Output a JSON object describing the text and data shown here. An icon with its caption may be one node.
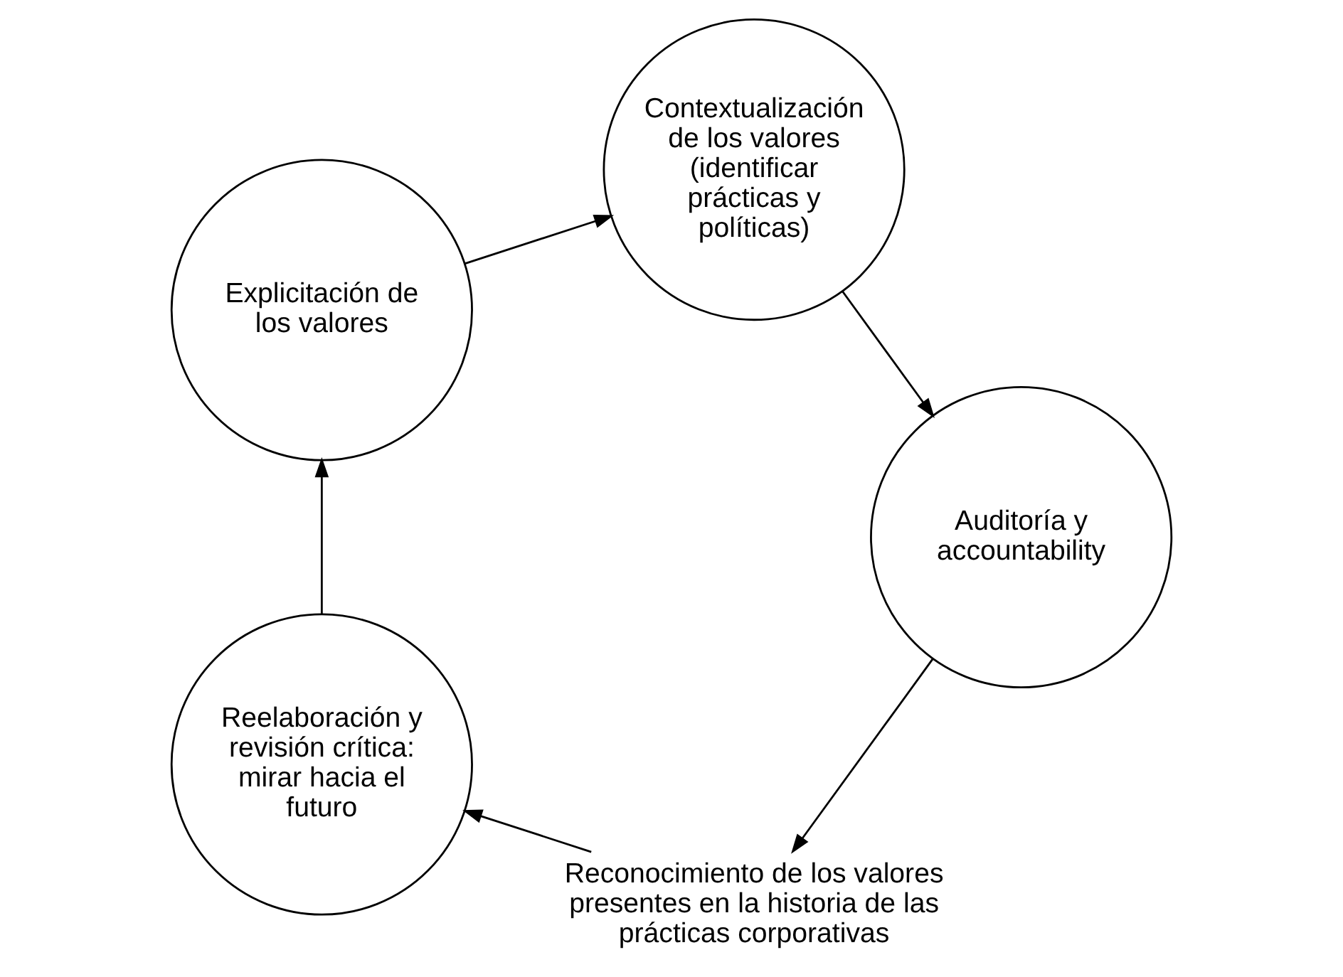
{
  "diagram": {
    "nodes": [
      {
        "text": [
          "Reconocimiento de los valores presentes en la historia de las prácticas corporativas"
        ]
      },
      {
        "text": [
          "Reelaboración y revisión crítica: mirar hacia el futuro"
        ]
      },
      {
        "text": [
          "Explicitación de los valores"
        ]
      },
      {
        "text": [
          "Contextualización de los valores (identificar prácticas y políticas)"
        ]
      },
      {
        "text": [
          "Auditoría y accountability"
        ]
      }
    ],
    "edges": [
      {
        "from": 0,
        "to": 1,
        "arrow": "to"
      },
      {
        "from": 1,
        "to": 2,
        "arrow": "to"
      },
      {
        "from": 2,
        "to": 3,
        "arrow": "to"
      },
      {
        "from": 3,
        "to": 4,
        "arrow": "to"
      },
      {
        "from": 4,
        "to": 0,
        "arrow": "to"
      }
    ]
  }
}
